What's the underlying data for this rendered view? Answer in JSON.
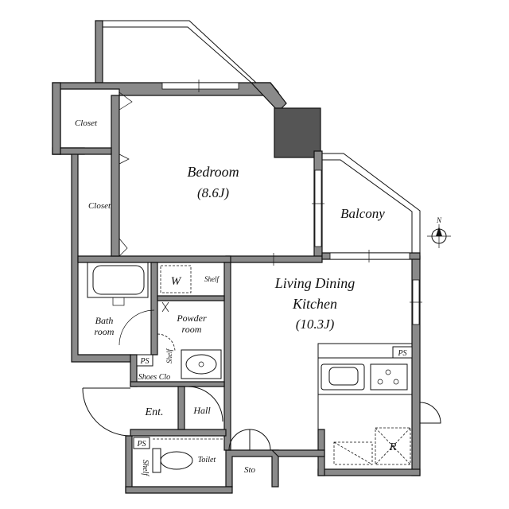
{
  "rooms": {
    "bedroom": {
      "name": "Bedroom",
      "size": "(8.6J)"
    },
    "balcony": {
      "name": "Balcony"
    },
    "ldk": {
      "line1": "Living Dining",
      "line2": "Kitchen",
      "size": "(10.3J)"
    },
    "closet_top": "Closet",
    "closet_side": "Closet",
    "bath": {
      "line1": "Bath",
      "line2": "room"
    },
    "washer": "W",
    "shelf_top": "Shelf",
    "powder": {
      "line1": "Powder",
      "line2": "room"
    },
    "shelf_mid": "Shelf",
    "ps_bath": "PS",
    "shoes": "Shoes Clo",
    "entrance": "Ent.",
    "hall": "Hall",
    "ps_toilet": "PS",
    "shelf_toilet": "Shelf",
    "toilet": "Toilet",
    "storage": "Sto",
    "ps_kitchen": "PS",
    "fridge": "R"
  },
  "compass": {
    "north": "N"
  },
  "colors": {
    "wall": "#8a8a8a",
    "pillar": "#555555",
    "line": "#111111"
  }
}
